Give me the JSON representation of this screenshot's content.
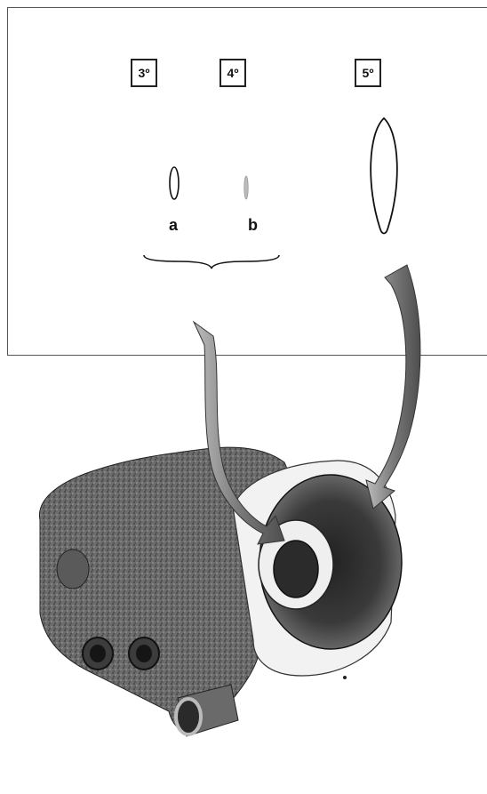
{
  "labels": {
    "box1": "3º",
    "box2": "4º",
    "box3": "5º",
    "a": "a",
    "b": "b"
  },
  "colors": {
    "ink": "#111111",
    "arrow": "#8a8a8a",
    "arrow_outline": "#333333",
    "casting_dark": "#4a4a4a",
    "casting_mid": "#7a7a7a",
    "casting_light": "#c8c8c8"
  }
}
